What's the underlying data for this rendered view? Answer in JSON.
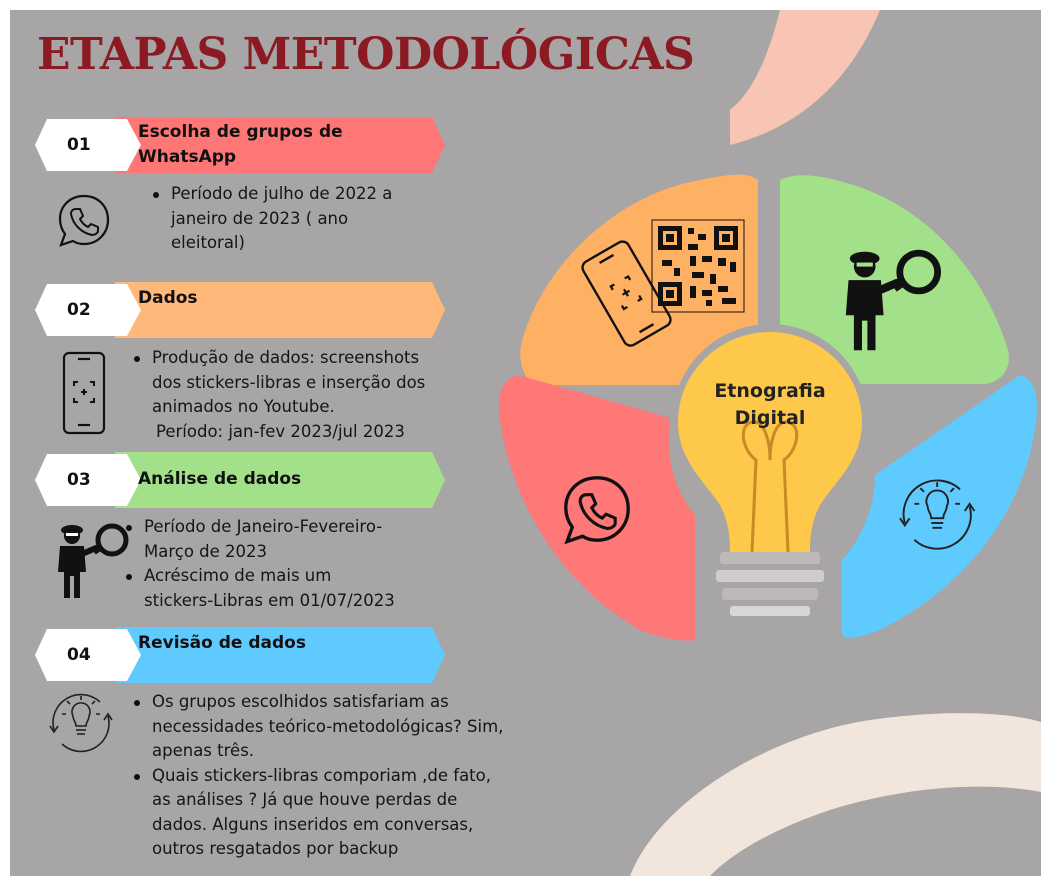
{
  "title": "ETAPAS METODOLÓGICAS",
  "steps": [
    {
      "number": "01",
      "label": "Escolha de grupos de WhatsApp",
      "label_lines": [
        "Escolha de grupos de",
        "WhatsApp"
      ],
      "color": "#fe7676",
      "icon": "whatsapp-icon",
      "bullets": [
        {
          "lines": [
            "Período de julho de 2022 a",
            "janeiro de 2023 ( ano",
            "eleitoral)"
          ]
        }
      ]
    },
    {
      "number": "02",
      "label": "Dados",
      "label_lines": [
        "Dados"
      ],
      "color": "#feb87a",
      "icon": "phone-scan-icon",
      "bullets": [
        {
          "lines": [
            "Produção de dados: screenshots",
            "dos stickers-libras e inserção dos",
            "animados no Youtube."
          ]
        }
      ],
      "extra_line": "Período: jan-fev 2023/jul 2023"
    },
    {
      "number": "03",
      "label": "Análise de dados",
      "label_lines": [
        "Análise de dados"
      ],
      "color": "#a3e08a",
      "icon": "detective-magnifier-icon",
      "bullets": [
        {
          "lines": [
            "Período de Janeiro-Fevereiro-",
            "Março de 2023"
          ]
        },
        {
          "lines": [
            "Acréscimo de mais um",
            "stickers-Libras em 01/07/2023"
          ]
        }
      ]
    },
    {
      "number": "04",
      "label": "Revisão de dados",
      "label_lines": [
        "Revisão de dados"
      ],
      "color": "#5fcafe",
      "icon": "lightbulb-cycle-icon",
      "bullets": [
        {
          "lines": [
            "Os grupos escolhidos satisfariam as",
            "necessidades teórico-metodológicas? Sim,",
            "apenas três."
          ]
        },
        {
          "lines": [
            "Quais stickers-libras comporiam ,de fato,",
            "as análises ? Já que houve perdas de",
            "dados.  Alguns inseridos em conversas,",
            "outros resgatados por backup"
          ]
        }
      ]
    }
  ],
  "center": {
    "lines": [
      "Etnografia",
      "Digital"
    ],
    "label": "Etnografia Digital"
  },
  "segments": [
    {
      "name": "segment-orange",
      "color": "#feb063",
      "icon": "phone-qr-icon"
    },
    {
      "name": "segment-green",
      "color": "#a3e08a",
      "icon": "detective-magnifier-icon"
    },
    {
      "name": "segment-red",
      "color": "#fe7878",
      "icon": "whatsapp-icon"
    },
    {
      "name": "segment-blue",
      "color": "#5fcafe",
      "icon": "lightbulb-cycle-icon"
    }
  ],
  "colors": {
    "background": "#a7a5a5",
    "title": "#8b1a22",
    "bulb": "#fec94a",
    "decor_top": "#f8c4b3",
    "decor_bottom": "#f1e5dc"
  }
}
